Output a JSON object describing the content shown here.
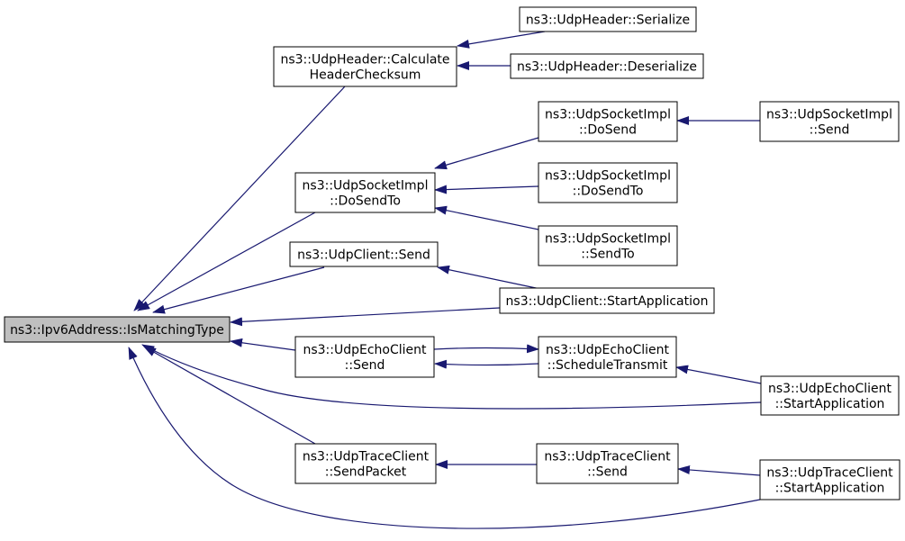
{
  "colors": {
    "edge": "#191970",
    "node_fill": "#ffffff",
    "root_fill": "#bfbfbf",
    "node_border": "#000000"
  },
  "nodes": [
    {
      "id": "root",
      "lines": [
        "ns3::Ipv6Address::IsMatchingType"
      ],
      "root": true
    },
    {
      "id": "calc",
      "lines": [
        "ns3::UdpHeader::Calculate",
        "HeaderChecksum"
      ]
    },
    {
      "id": "ser",
      "lines": [
        "ns3::UdpHeader::Serialize"
      ]
    },
    {
      "id": "deser",
      "lines": [
        "ns3::UdpHeader::Deserialize"
      ]
    },
    {
      "id": "dosendto",
      "lines": [
        "ns3::UdpSocketImpl",
        "::DoSendTo"
      ]
    },
    {
      "id": "dosend",
      "lines": [
        "ns3::UdpSocketImpl",
        "::DoSend"
      ]
    },
    {
      "id": "sockSend",
      "lines": [
        "ns3::UdpSocketImpl",
        "::Send"
      ]
    },
    {
      "id": "dosendto2",
      "lines": [
        "ns3::UdpSocketImpl",
        "::DoSendTo"
      ]
    },
    {
      "id": "sendto",
      "lines": [
        "ns3::UdpSocketImpl",
        "::SendTo"
      ]
    },
    {
      "id": "clientSend",
      "lines": [
        "ns3::UdpClient::Send"
      ]
    },
    {
      "id": "clientStart",
      "lines": [
        "ns3::UdpClient::StartApplication"
      ]
    },
    {
      "id": "echoSend",
      "lines": [
        "ns3::UdpEchoClient",
        "::Send"
      ]
    },
    {
      "id": "echoSched",
      "lines": [
        "ns3::UdpEchoClient",
        "::ScheduleTransmit"
      ]
    },
    {
      "id": "echoStart",
      "lines": [
        "ns3::UdpEchoClient",
        "::StartApplication"
      ]
    },
    {
      "id": "traceSendPkt",
      "lines": [
        "ns3::UdpTraceClient",
        "::SendPacket"
      ]
    },
    {
      "id": "traceSend",
      "lines": [
        "ns3::UdpTraceClient",
        "::Send"
      ]
    },
    {
      "id": "traceStart",
      "lines": [
        "ns3::UdpTraceClient",
        "::StartApplication"
      ]
    }
  ],
  "edges": [
    {
      "from": "calc",
      "to": "root"
    },
    {
      "from": "ser",
      "to": "calc"
    },
    {
      "from": "deser",
      "to": "calc"
    },
    {
      "from": "dosendto",
      "to": "root"
    },
    {
      "from": "dosend",
      "to": "dosendto"
    },
    {
      "from": "sockSend",
      "to": "dosend"
    },
    {
      "from": "dosendto2",
      "to": "dosendto"
    },
    {
      "from": "sendto",
      "to": "dosendto"
    },
    {
      "from": "clientSend",
      "to": "root"
    },
    {
      "from": "clientStart",
      "to": "clientSend"
    },
    {
      "from": "clientStart",
      "to": "root"
    },
    {
      "from": "echoSend",
      "to": "root"
    },
    {
      "from": "echoSend",
      "to": "echoSched"
    },
    {
      "from": "echoSched",
      "to": "echoSend"
    },
    {
      "from": "echoStart",
      "to": "echoSched"
    },
    {
      "from": "echoStart",
      "to": "root"
    },
    {
      "from": "traceSendPkt",
      "to": "root"
    },
    {
      "from": "traceSend",
      "to": "traceSendPkt"
    },
    {
      "from": "traceStart",
      "to": "traceSend"
    },
    {
      "from": "traceStart",
      "to": "root"
    }
  ]
}
